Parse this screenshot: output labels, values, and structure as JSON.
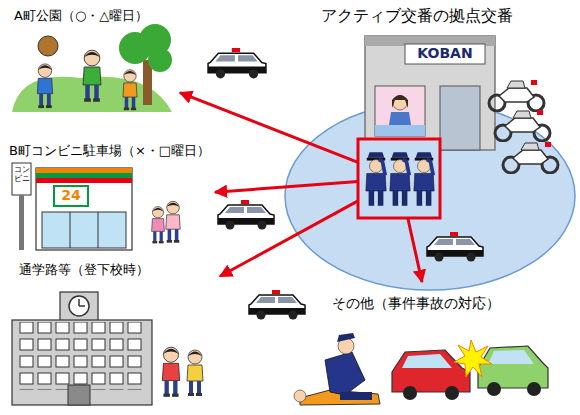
{
  "diagram": {
    "nodes": [
      {
        "text": [
          "アクティブ交番の拠点交番"
        ]
      },
      {
        "text": [
          "A町公園（○・△曜日）"
        ]
      },
      {
        "text": [
          "B町コンビニ駐車場（×・□曜日）"
        ]
      },
      {
        "text": [
          "通学路等（登下校時）"
        ]
      },
      {
        "text": [
          "その他（事件事故の対応）"
        ]
      }
    ],
    "edges": [
      {
        "from": 0,
        "to": 1,
        "arrow": "to"
      },
      {
        "from": 0,
        "to": 2,
        "arrow": "to"
      },
      {
        "from": 0,
        "to": 3,
        "arrow": "to"
      },
      {
        "from": 0,
        "to": 4,
        "arrow": "to"
      }
    ],
    "labels": [
      "KOBAN",
      "コンビニ",
      "24"
    ]
  }
}
